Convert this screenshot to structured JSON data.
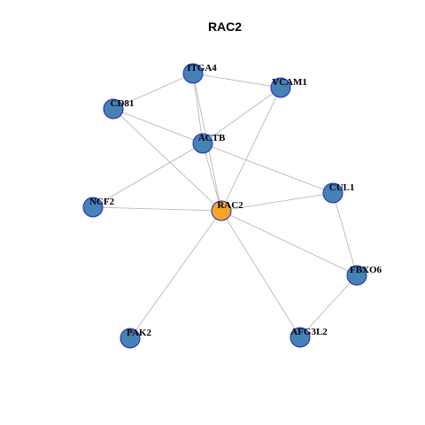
{
  "title": "RAC2",
  "colors": {
    "hub_node": "#f5a623",
    "node": "#4682b4",
    "node_stroke": "#1f24c8",
    "edge": "#b0b0b0"
  },
  "nodes": [
    {
      "id": "RAC2",
      "hub": true
    },
    {
      "id": "ITGA4"
    },
    {
      "id": "VCAM1"
    },
    {
      "id": "CD81"
    },
    {
      "id": "ACTB"
    },
    {
      "id": "CUL1"
    },
    {
      "id": "NCF2"
    },
    {
      "id": "FBXO6"
    },
    {
      "id": "PAK2"
    },
    {
      "id": "AFG3L2"
    }
  ],
  "edges": [
    [
      "ITGA4",
      "CD81"
    ],
    [
      "ITGA4",
      "VCAM1"
    ],
    [
      "ITGA4",
      "ACTB"
    ],
    [
      "ITGA4",
      "RAC2"
    ],
    [
      "VCAM1",
      "ACTB"
    ],
    [
      "VCAM1",
      "RAC2"
    ],
    [
      "CD81",
      "ACTB"
    ],
    [
      "CD81",
      "RAC2"
    ],
    [
      "ACTB",
      "RAC2"
    ],
    [
      "ACTB",
      "CUL1"
    ],
    [
      "ACTB",
      "NCF2"
    ],
    [
      "NCF2",
      "RAC2"
    ],
    [
      "CUL1",
      "RAC2"
    ],
    [
      "CUL1",
      "FBXO6"
    ],
    [
      "RAC2",
      "FBXO6"
    ],
    [
      "RAC2",
      "PAK2"
    ],
    [
      "RAC2",
      "AFG3L2"
    ],
    [
      "FBXO6",
      "AFG3L2"
    ]
  ]
}
